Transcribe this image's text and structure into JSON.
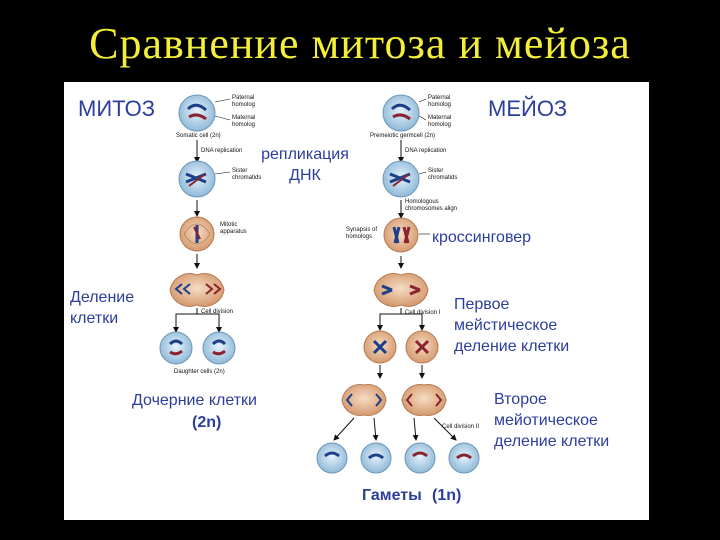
{
  "title": "Сравнение митоза и мейоза",
  "colors": {
    "title": "#f2ee3a",
    "labels": "#2c3e9c",
    "cell_fill": "#e8b896",
    "daughter_fill": "#bcd8ec"
  },
  "mitosis": {
    "heading": "МИТОЗ",
    "replication_label": "репликация ДНК",
    "division_label": "Деление клетки",
    "daughter_label": "Дочерние клетки",
    "daughter_ploidy": "(2n)",
    "small": {
      "paternal": "Paternal homolog",
      "maternal": "Maternal homolog",
      "somatic": "Somatic cell (2n)",
      "dna_replication": "DNA replication",
      "sister": "Sister chromatids",
      "mitotic": "Mitotic apparatus",
      "cell_division": "Cell division",
      "daughter_cells": "Daughter cells (2n)"
    }
  },
  "meiosis": {
    "heading": "МЕЙОЗ",
    "crossover_label": "кроссинговер",
    "first_division_label": "Первое мейстическое деление клетки",
    "second_division_label": "Второе мейотическое деление клетки",
    "gametes_label": "Гаметы",
    "gametes_ploidy": "(1n)",
    "small": {
      "paternal": "Paternal homolog",
      "maternal": "Maternal homolog",
      "premeiotic": "Premeiotic germcell (2n)",
      "dna_replication": "DNA replication",
      "sister": "Sister chromatids",
      "homologous_align": "Homologous chromosomes align",
      "synapsis": "Synapsis of homologs",
      "cell_division_1": "Cell division I",
      "cell_division_2": "Cell division II"
    }
  }
}
